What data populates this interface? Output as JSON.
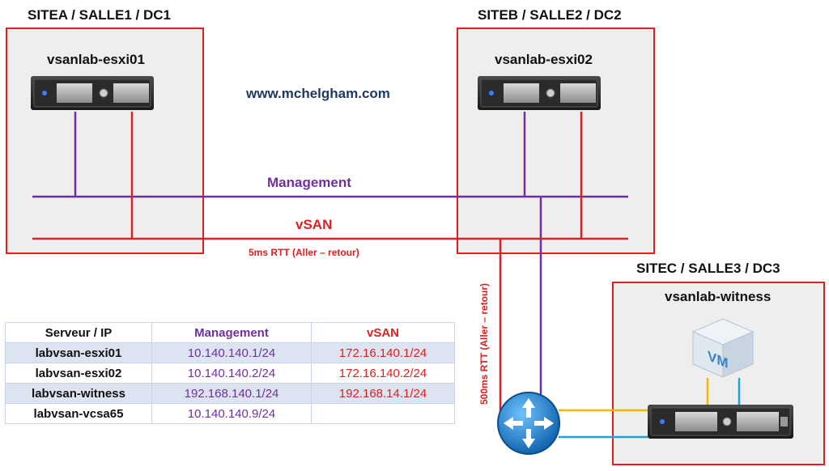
{
  "sites": [
    {
      "title": "SITEA / SALLE1 / DC1",
      "host": "vsanlab-esxi01"
    },
    {
      "title": "SITEB / SALLE2 / DC2",
      "host": "vsanlab-esxi02"
    },
    {
      "title": "SITEC / SALLE3 / DC3",
      "host": "vsanlab-witness"
    }
  ],
  "website": "www.mchelgham.com",
  "networks": {
    "management": "Management",
    "vsan": "vSAN",
    "rtt_short": "5ms RTT (Aller – retour)",
    "rtt_long": "500ms RTT (Aller – retour)"
  },
  "vm_badge": "VM",
  "colors": {
    "management": "#7030a0",
    "vsan": "#e02020",
    "witness_mgmt": "#f5b800",
    "witness_vsan": "#1fa2e0",
    "site_border": "#e02020",
    "site_fill": "#eeeeee",
    "website": "#1f3864"
  },
  "table": {
    "headers": [
      "Serveur / IP",
      "Management",
      "vSAN"
    ],
    "rows": [
      [
        "labvsan-esxi01",
        "10.140.140.1/24",
        "172.16.140.1/24"
      ],
      [
        "labvsan-esxi02",
        "10.140.140.2/24",
        "172.16.140.2/24"
      ],
      [
        "labvsan-witness",
        "192.168.140.1/24",
        "192.168.14.1/24"
      ],
      [
        "labvsan-vcsa65",
        "10.140.140.9/24",
        ""
      ]
    ]
  }
}
